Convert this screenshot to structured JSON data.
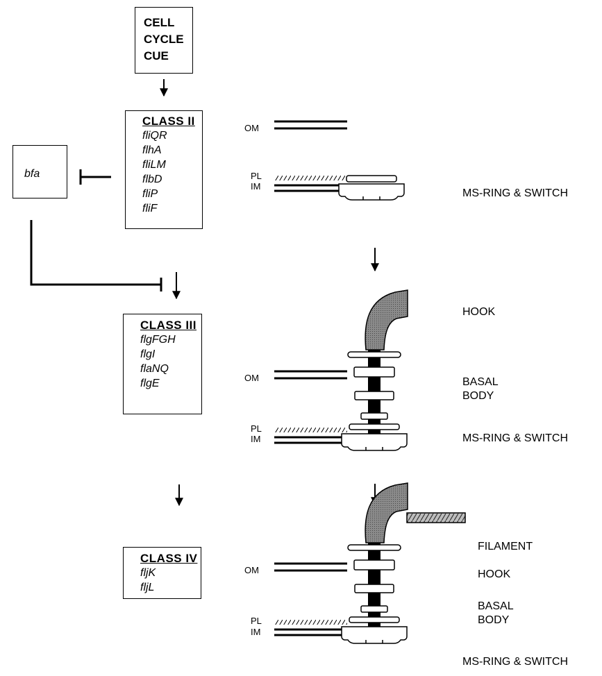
{
  "cue": {
    "lines": [
      "CELL",
      "CYCLE",
      "CUE"
    ]
  },
  "regulator": {
    "label": "bfa"
  },
  "class2": {
    "title": "CLASS II",
    "genes": [
      "fliQR",
      "flhA",
      "fliLM",
      "flbD",
      "fliP",
      "fliF"
    ]
  },
  "class3": {
    "title": "CLASS III",
    "genes": [
      "flgFGH",
      "flgI",
      "flaNQ",
      "flgE"
    ]
  },
  "class4": {
    "title": "CLASS IV",
    "genes": [
      "fljK",
      "fljL"
    ]
  },
  "membranes": {
    "om": "OM",
    "pl": "PL",
    "im": "IM"
  },
  "structures": {
    "ms_ring_switch": "MS-RING & SWITCH",
    "hook": "HOOK",
    "basal_line1": "BASAL",
    "basal_line2": "BODY",
    "filament": "FILAMENT"
  },
  "colors": {
    "ink": "#000000",
    "hook_fill": "#7f7f7f",
    "filament_fill": "#9a9a9a"
  }
}
